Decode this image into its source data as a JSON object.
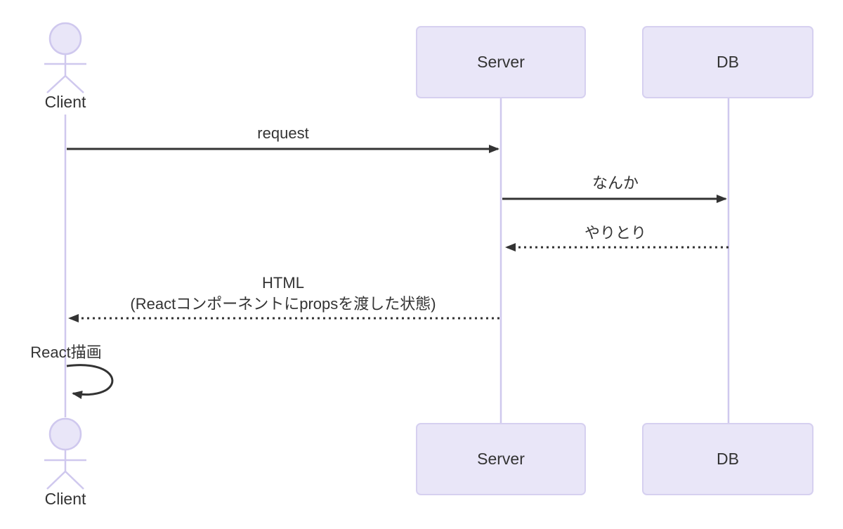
{
  "diagram": {
    "type": "sequence-diagram",
    "participants": [
      {
        "name": "Client",
        "kind": "actor"
      },
      {
        "name": "Server",
        "kind": "participant"
      },
      {
        "name": "DB",
        "kind": "participant"
      }
    ],
    "messages": [
      {
        "from": "Client",
        "to": "Server",
        "text": "request",
        "line": "solid"
      },
      {
        "from": "Server",
        "to": "DB",
        "text": "なんか",
        "line": "solid"
      },
      {
        "from": "DB",
        "to": "Server",
        "text": "やりとり",
        "line": "dashed"
      },
      {
        "from": "Server",
        "to": "Client",
        "text": "HTML",
        "text_line2": "(Reactコンポーネントにpropsを渡した状態)",
        "line": "dashed"
      },
      {
        "from": "Client",
        "to": "Client",
        "text": "React描画",
        "line": "self-loop"
      }
    ],
    "colors": {
      "background": "#ffffff",
      "node_fill": "#E9E6F8",
      "node_border": "#D6D0F0",
      "lifeline": "#CFC8EE",
      "arrow": "#333333",
      "text": "#333333"
    }
  }
}
